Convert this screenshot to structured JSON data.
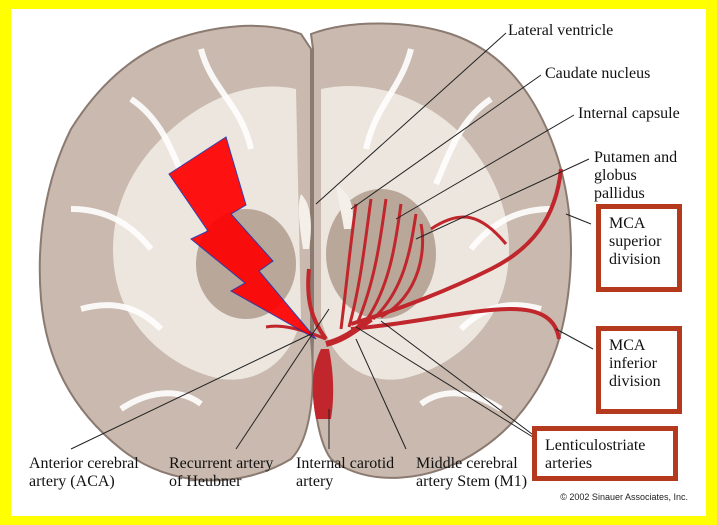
{
  "labels": {
    "lateral_ventricle": "Lateral ventricle",
    "caudate_nucleus": "Caudate nucleus",
    "internal_capsule": "Internal capsule",
    "putamen_line1": "Putamen and",
    "putamen_line2": "globus",
    "putamen_line3": "pallidus",
    "mca_sup_line1": "MCA",
    "mca_sup_line2": "superior",
    "mca_sup_line3": "division",
    "mca_inf_line1": "MCA",
    "mca_inf_line2": "inferior",
    "mca_inf_line3": "division",
    "lentic_line1": "Lenticulostriate",
    "lentic_line2": "arteries",
    "aca_line1": "Anterior cerebral",
    "aca_line2": "artery (ACA)",
    "heubner_line1": "Recurrent artery",
    "heubner_line2": "of Heubner",
    "ica_line1": "Internal carotid",
    "ica_line2": "artery",
    "m1_line1": "Middle cerebral",
    "m1_line2": "artery Stem (M1)"
  },
  "copyright": "© 2002 Sinauer Associates, Inc.",
  "colors": {
    "background": "#ffff00",
    "box_border": "#b5391c",
    "artery": "#c0262b",
    "lightning": "#ff0000",
    "brain_gray": "#c9b9ae",
    "white_matter": "#ece6df"
  },
  "icons": {
    "stroke_marker": "lightning-bolt-icon"
  }
}
